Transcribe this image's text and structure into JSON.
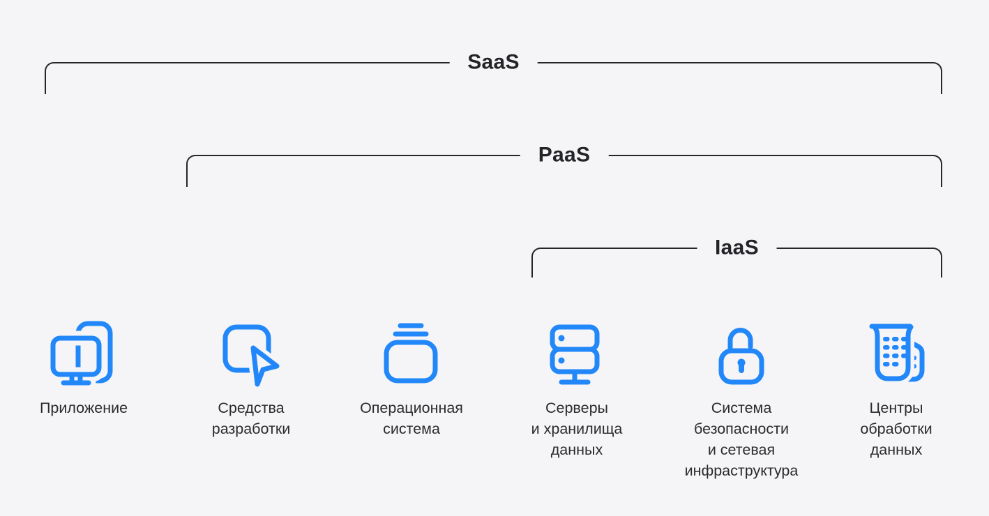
{
  "diagram": {
    "background": "#f5f5f7",
    "accent_color": "#2287f8",
    "line_color": "#242629",
    "text_color": "#2b2b2e"
  },
  "brackets": [
    {
      "id": "saas",
      "label": "SaaS"
    },
    {
      "id": "paas",
      "label": "PaaS"
    },
    {
      "id": "iaas",
      "label": "IaaS"
    }
  ],
  "items": [
    {
      "icon": "devices-icon",
      "label": "Приложение"
    },
    {
      "icon": "cursor-icon",
      "label": "Средства\nразработки"
    },
    {
      "icon": "os-layers-icon",
      "label": "Операционная\nсистема"
    },
    {
      "icon": "server-icon",
      "label": "Серверы\nи хранилища\nданных"
    },
    {
      "icon": "lock-icon",
      "label": "Система\nбезопасности\nи сетевая\nинфраструктура"
    },
    {
      "icon": "data-center-icon",
      "label": "Центры\nобработки\nданных"
    }
  ]
}
